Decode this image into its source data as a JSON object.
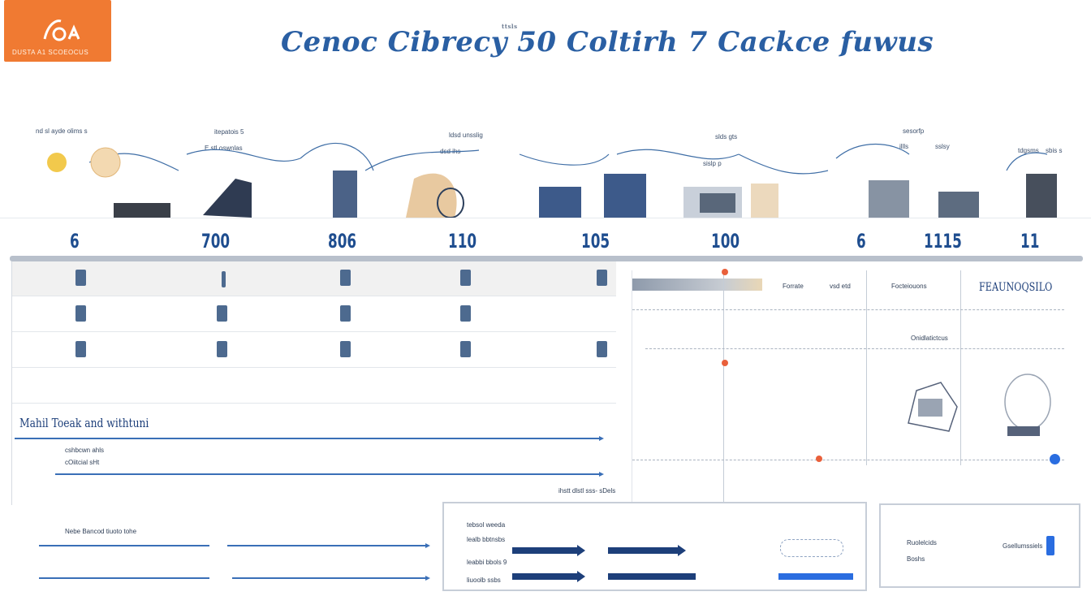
{
  "header": {
    "title": "Cenoc Cibrecy 50 Coltirh 7 Cackce fuwus",
    "title_small": "ttsls",
    "logo_subtext": "DUSTA A1 SCOEOCUS"
  },
  "top_labels": [
    "nd sl ayde olims s",
    "itepatois 5",
    "E stl oswnlas",
    "ldsd unsslig",
    "dsd ihs",
    "slds gts",
    "sislp p",
    "sesorfp",
    "illls",
    "sslsy",
    "tdgsms",
    "sbis s"
  ],
  "stages": [
    "6",
    "700",
    "806",
    "110",
    "105",
    "100",
    "6",
    "1115",
    "11"
  ],
  "left_panel": {
    "legend_title": "Mahil Toeak and withtuni",
    "lines": [
      "cshbcwn ahls",
      "cOiitcial sHt"
    ],
    "footer_caption": "Nebe Bancod tiuoto tohe"
  },
  "right_panel": {
    "doc_title": "FEAUNOQSILO",
    "header_labels": [
      "Forrate",
      "vsd etd",
      "Focteiouons"
    ],
    "mid_label": "Onidlatictcus",
    "bottom_note": "ihstt dlstl sss- sDels"
  },
  "bottom_box_a": {
    "labels": [
      "tebsol weeda",
      "lealb bbtnsbs",
      "leabbi bbols 9",
      "liuoolb ssbs"
    ]
  },
  "bottom_box_b": {
    "labels": [
      "Ruolelcids",
      "Boshs",
      "Gsellumssiels"
    ]
  },
  "colors": {
    "brand_orange": "#f07a32",
    "navy": "#1d3f7a",
    "accent_blue": "#2a6de0",
    "marker_red": "#e9603b"
  },
  "icons": [
    "logo-mark-icon",
    "equipment-icon",
    "dispenser-icon",
    "bracket-icon"
  ]
}
